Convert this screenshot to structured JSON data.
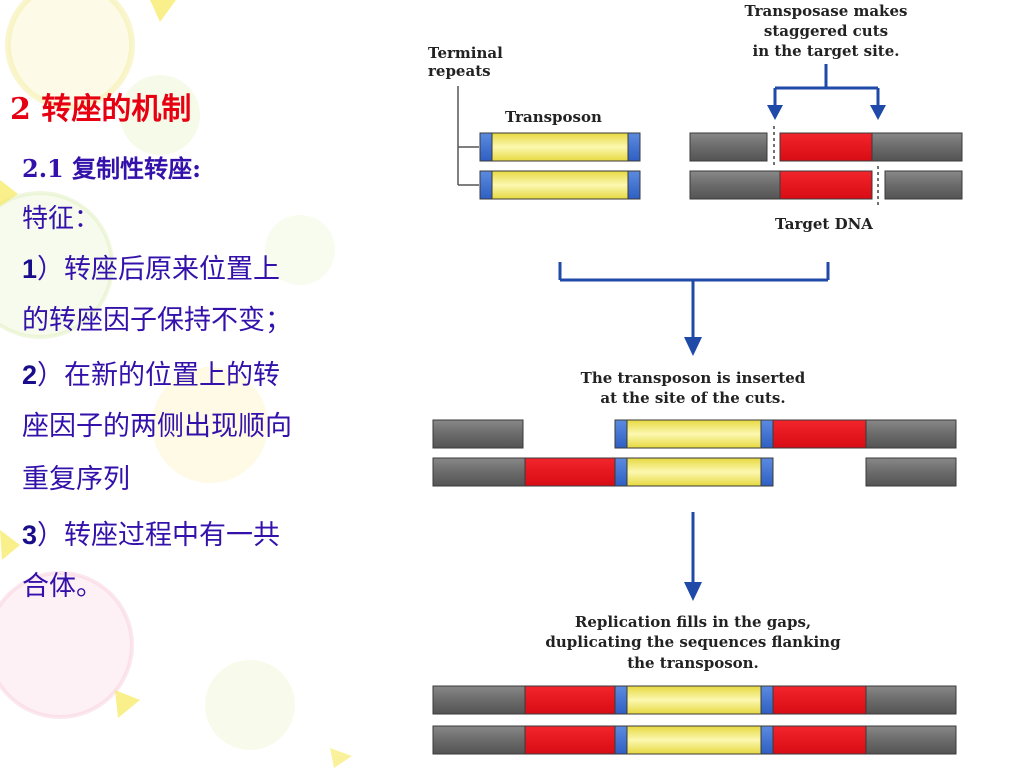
{
  "slide": {
    "heading": "2 转座的机制",
    "subheading": "2.1 复制性转座:",
    "features_label": "特征：",
    "features": [
      {
        "number": "1",
        "lines": [
          "）转座后原来位置上",
          "的转座因子保持不变；"
        ]
      },
      {
        "number": "2",
        "lines": [
          "）在新的位置上的转",
          "座因子的两侧出现顺向",
          "重复序列"
        ]
      },
      {
        "number": "3",
        "lines": [
          "）转座过程中有一共",
          "合体。"
        ]
      }
    ]
  },
  "diagram": {
    "terminal_repeats": [
      "Terminal",
      "repeats"
    ],
    "transposon_label": "Transposon",
    "transposase_caption": [
      "Transposase makes",
      "staggered cuts",
      "in the target site."
    ],
    "target_dna_label": "Target DNA",
    "insertion_caption": [
      "The transposon is inserted",
      "at the site of the cuts."
    ],
    "replication_caption": [
      "Replication fills in the gaps,",
      "duplicating the sequences flanking",
      "the transposon."
    ]
  },
  "colors": {
    "heading": "#e60012",
    "body_text": "#3311aa",
    "arrow": "#1f4aa8",
    "target_segment": "#e8131b",
    "flanking_dna": "#6b6b6b",
    "transposon_body": "#f6ee6f",
    "terminal_repeat": "#3d6fd2"
  }
}
